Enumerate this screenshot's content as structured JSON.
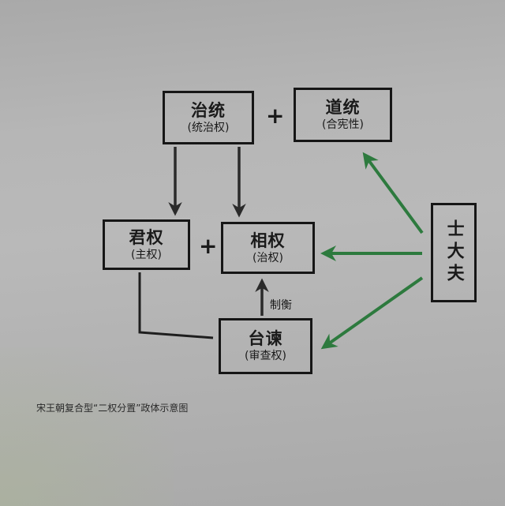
{
  "diagram": {
    "colors": {
      "box_border": "#161616",
      "structural_arrow": "#2a2a2a",
      "influence_arrow": "#2d7a3e",
      "background": "#b5b5b5"
    },
    "nodes": {
      "zhitong": {
        "main": "治统",
        "sub": "(统治权)"
      },
      "daotong": {
        "main": "道统",
        "sub": "(合宪性)"
      },
      "junquan": {
        "main": "君权",
        "sub": "(主权)"
      },
      "xiangquan": {
        "main": "相权",
        "sub": "(治权)"
      },
      "taijian": {
        "main": "台谏",
        "sub": "(审查权)"
      },
      "shidafu": {
        "main": "士大夫"
      }
    },
    "operators": {
      "top_plus": "+",
      "middle_plus": "+"
    },
    "edge_labels": {
      "check_balance": "制衡"
    },
    "edges": [
      {
        "from": "治统",
        "to": "君权",
        "type": "structural"
      },
      {
        "from": "治统",
        "to": "相权",
        "type": "structural"
      },
      {
        "from": "台谏",
        "to": "相权",
        "type": "structural",
        "label": "制衡"
      },
      {
        "from": "君权",
        "to": "台谏",
        "type": "connector-line"
      },
      {
        "from": "士大夫",
        "to": "道统",
        "type": "influence"
      },
      {
        "from": "士大夫",
        "to": "相权",
        "type": "influence"
      },
      {
        "from": "士大夫",
        "to": "台谏",
        "type": "influence"
      }
    ],
    "caption": "宋王朝复合型“二权分置”政体示意图"
  }
}
